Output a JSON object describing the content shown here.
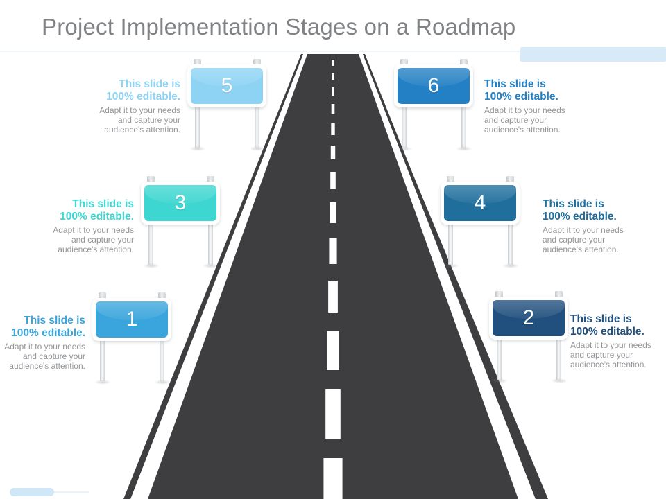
{
  "header": {
    "title": "Project Implementation Stages on a Roadmap",
    "title_color": "#808285",
    "accent_bar_color": "#d7eaf7",
    "divider_color": "#eef6fb"
  },
  "footer": {
    "accent_bar_color": "#cfe7f6"
  },
  "road": {
    "surface_color": "#3e3e40",
    "line_color": "#ffffff",
    "dash_count": 12,
    "description": "one-point perspective highway receding to a vanishing point at the top center"
  },
  "signs": [
    {
      "id": "sign-1",
      "number": "1",
      "board_color": "#3aa5dc",
      "side": "left",
      "headline_line1": "This slide is",
      "headline_line2": "100% editable.",
      "body_line1": "Adapt it to your needs",
      "body_line2": "and capture your",
      "body_line3": "audience's attention."
    },
    {
      "id": "sign-2",
      "number": "2",
      "board_color": "#21507e",
      "side": "right",
      "headline_line1": "This slide is",
      "headline_line2": "100% editable.",
      "body_line1": "Adapt it to your needs",
      "body_line2": "and capture your",
      "body_line3": "audience's attention."
    },
    {
      "id": "sign-3",
      "number": "3",
      "board_color": "#3ed6d0",
      "side": "left",
      "headline_line1": "This slide is",
      "headline_line2": "100% editable.",
      "body_line1": "Adapt it to your needs",
      "body_line2": "and capture your",
      "body_line3": "audience's attention."
    },
    {
      "id": "sign-4",
      "number": "4",
      "board_color": "#1f6e9c",
      "side": "right",
      "headline_line1": "This slide is",
      "headline_line2": "100% editable.",
      "body_line1": "Adapt it to your needs",
      "body_line2": "and capture your",
      "body_line3": "audience's attention."
    },
    {
      "id": "sign-5",
      "number": "5",
      "board_color": "#8ed3f4",
      "side": "left",
      "headline_line1": "This slide is",
      "headline_line2": "100% editable.",
      "body_line1": "Adapt it to your needs",
      "body_line2": "and capture your",
      "body_line3": "audience's attention."
    },
    {
      "id": "sign-6",
      "number": "6",
      "board_color": "#2380c4",
      "side": "right",
      "headline_line1": "This slide is",
      "headline_line2": "100% editable.",
      "body_line1": "Adapt it to your needs",
      "body_line2": "and capture your",
      "body_line3": "audience's attention."
    }
  ]
}
